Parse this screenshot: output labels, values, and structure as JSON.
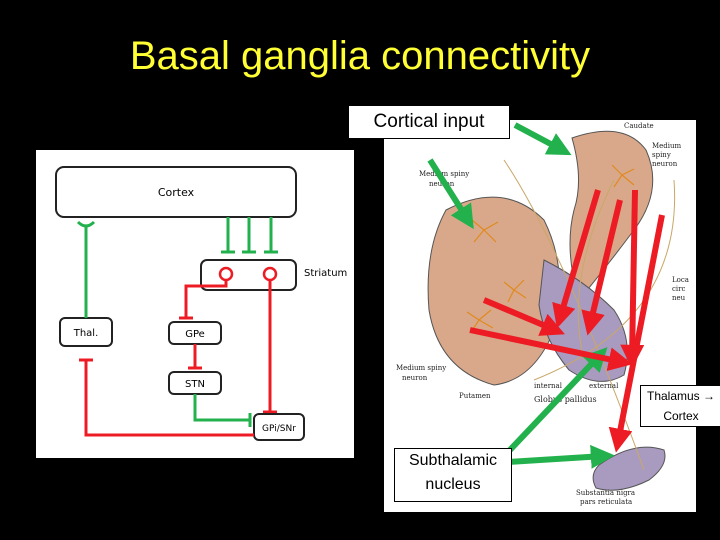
{
  "slide": {
    "title": "Basal ganglia connectivity"
  },
  "schematic": {
    "nodes": {
      "cortex": "Cortex",
      "striatum": "Striatum",
      "thal": "Thal.",
      "gpe": "GPe",
      "stn": "STN",
      "gpi": "GPi/SNr"
    }
  },
  "anatomy": {
    "labels": {
      "caudate": "Caudate",
      "medium_spiny_top_1": "Medium",
      "medium_spiny_top_2": "spiny",
      "medium_spiny_top_3": "neuron",
      "medium_spiny_left_1": "Medium spiny",
      "medium_spiny_left_2": "neuron",
      "local_1": "Loca",
      "local_2": "circ",
      "local_3": "neu",
      "medium_spiny_bottom_1": "Medium spiny",
      "medium_spiny_bottom_2": "neuron",
      "putamen": "Putamen",
      "internal": "internal",
      "external": "external",
      "globus": "Globus pallidus",
      "substantia_1": "Substantia nigra",
      "substantia_2": "pars reticulata"
    }
  },
  "callouts": {
    "cortical_input": "Cortical input",
    "subthalamic_1": "Subthalamic",
    "subthalamic_2": "nucleus",
    "thalamus_1": "Thalamus →",
    "thalamus_2": "Cortex"
  },
  "colors": {
    "title": "#ffff33",
    "excitatory": "#22b14c",
    "inhibitory": "#ed1c24",
    "nucleus_fill": "#d9a88a",
    "pallidus_fill": "#a99abf"
  }
}
